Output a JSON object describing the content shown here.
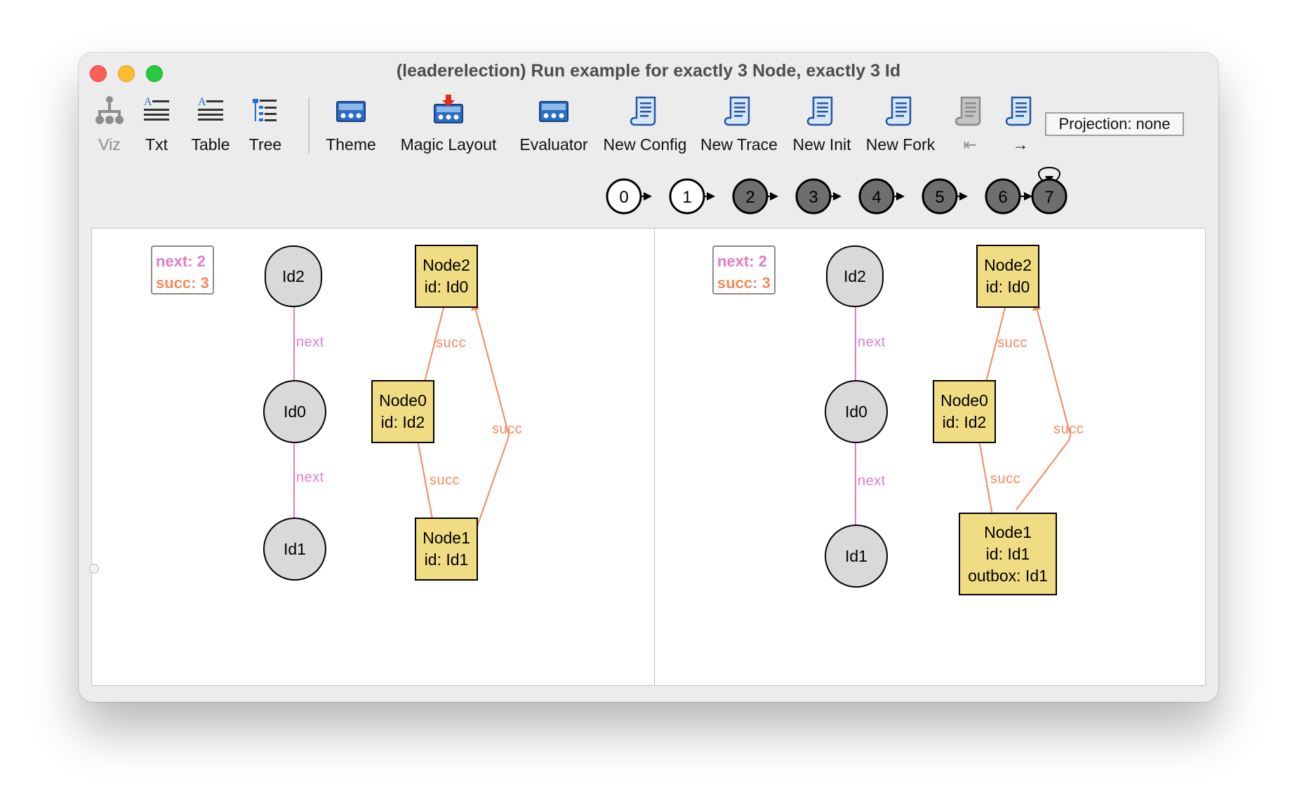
{
  "window": {
    "title": "(leaderelection) Run example for exactly 3 Node, exactly 3 Id"
  },
  "toolbar": {
    "viz": "Viz",
    "txt": "Txt",
    "table": "Table",
    "tree": "Tree",
    "theme": "Theme",
    "magic_layout": "Magic Layout",
    "evaluator": "Evaluator",
    "new_config": "New Config",
    "new_trace": "New Trace",
    "new_init": "New Init",
    "new_fork": "New Fork",
    "first_state": "⇤",
    "next_state": "→",
    "projection": "Projection: none"
  },
  "trace": {
    "states": [
      "0",
      "1",
      "2",
      "3",
      "4",
      "5",
      "6",
      "7"
    ],
    "visited": [
      true,
      true,
      false,
      false,
      false,
      false,
      false,
      false
    ],
    "loop_back_to": "7"
  },
  "colors": {
    "next": "#e07ccb",
    "succ": "#f5895a",
    "node_fill": "#f0dc82",
    "id_fill": "#d9d9d9",
    "dark_state": "#6e6e6e"
  },
  "panels": [
    {
      "legend": {
        "next": "next: 2",
        "succ": "succ: 3"
      },
      "ids": {
        "id2": "Id2",
        "id0": "Id0",
        "id1": "Id1"
      },
      "nodes": {
        "node2": [
          "Node2",
          "id: Id0"
        ],
        "node0": [
          "Node0",
          "id: Id2"
        ],
        "node1": [
          "Node1",
          "id: Id1"
        ]
      },
      "edges": {
        "next_a": "next",
        "next_b": "next",
        "succ_a": "succ",
        "succ_b": "succ",
        "succ_c": "succ"
      }
    },
    {
      "legend": {
        "next": "next: 2",
        "succ": "succ: 3"
      },
      "ids": {
        "id2": "Id2",
        "id0": "Id0",
        "id1": "Id1"
      },
      "nodes": {
        "node2": [
          "Node2",
          "id: Id0"
        ],
        "node0": [
          "Node0",
          "id: Id2"
        ],
        "node1": [
          "Node1",
          "id: Id1",
          "outbox: Id1"
        ]
      },
      "edges": {
        "next_a": "next",
        "next_b": "next",
        "succ_a": "succ",
        "succ_b": "succ",
        "succ_c": "succ"
      }
    }
  ]
}
